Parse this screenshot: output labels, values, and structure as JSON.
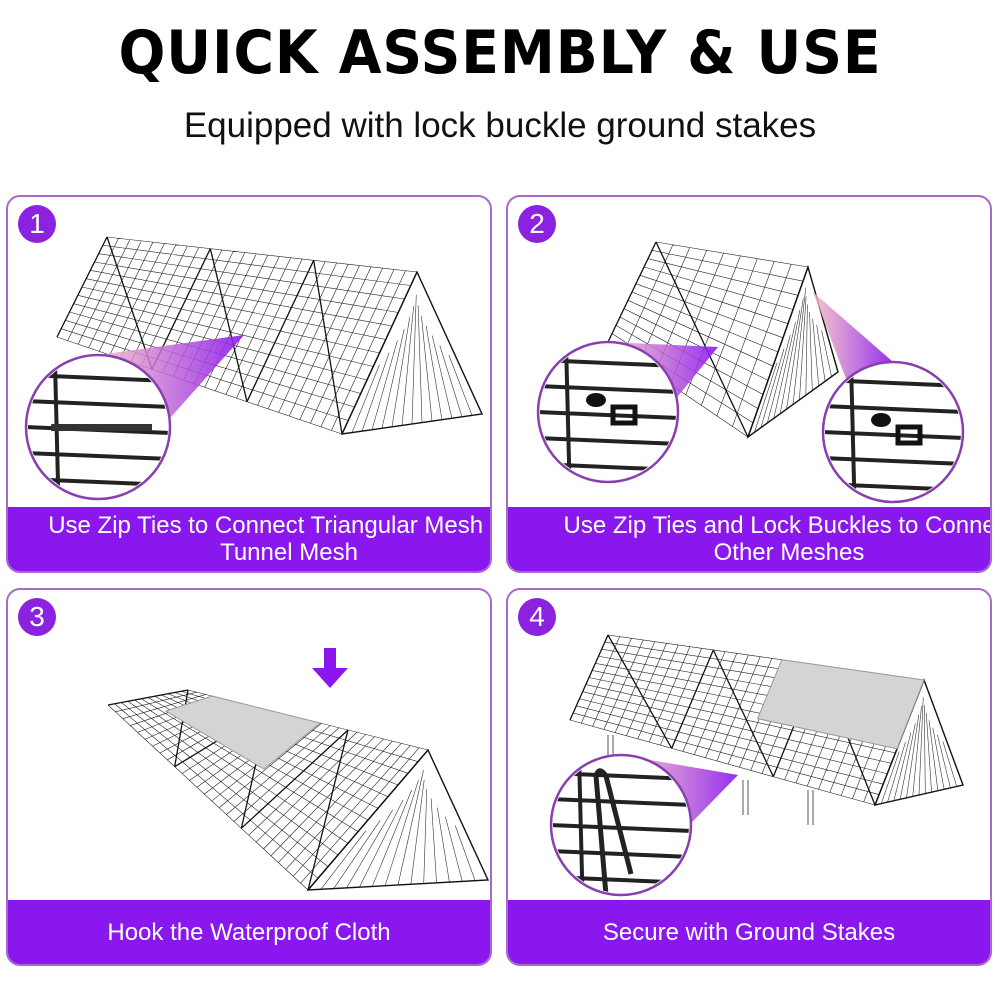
{
  "header": {
    "title": "QUICK ASSEMBLY & USE",
    "subtitle": "Equipped with lock buckle ground stakes"
  },
  "steps": [
    {
      "number": "1",
      "caption": "Use Zip Ties to Connect Triangular Mesh and Tunnel Mesh"
    },
    {
      "number": "2",
      "caption": "Use Zip Ties and Lock Buckles to Connect Other Meshes"
    },
    {
      "number": "3",
      "caption": "Hook the Waterproof Cloth"
    },
    {
      "number": "4",
      "caption": "Secure with Ground Stakes"
    }
  ],
  "colors": {
    "accent": "#8a17ee",
    "border": "#a868cc",
    "cloth": "#d4d4d4"
  }
}
